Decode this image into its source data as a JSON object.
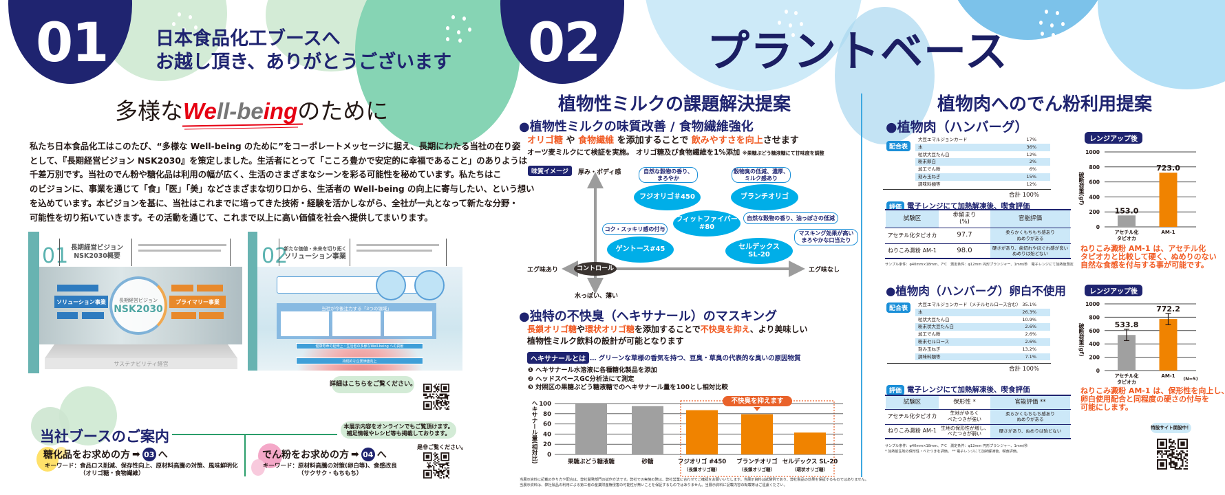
{
  "left": {
    "number": "01",
    "title_lines": [
      "日本食品化工ブースへ",
      "お越し頂き、ありがとうございます"
    ],
    "slogan": {
      "pre": "多様な",
      "w1": "We",
      "w2": "ll-be",
      "w3": "ing",
      "post": "のために"
    },
    "paragraph_lines": [
      "私たち日本食品化工はこのたび、“多様な Well-being のために”をコーポレートメッセージに据え、長期にわたる当社の在り姿",
      "として、『長期経営ビジョン NSK2030』を策定しました。生活者にとって「こころ豊かで安定的に幸福であること」のありようは",
      "千差万別です。当社のでん粉や糖化品は利用の幅が広く、生活のさまざまなシーンを彩る可能性を秘めています。私たちはこ",
      "のビジョンに、事業を通じて「食」「医」「美」などさまざまな切り口から、生活者の Well-being の向上に寄与したい、という想い",
      "を込めています。本ビジョンを基に、当社はこれまでに培ってきた技術・経験を活かしながら、全社が一丸となって新たな分野・",
      "可能性を切り拓いていきます。その活動を通じて、これまで以上に高い価値を社会へ提供してまいります。"
    ],
    "panel1": {
      "number": "01",
      "title_lines": [
        "長期経営ビジョン",
        "NSK2030概要"
      ],
      "center_small": "長期経営ビジョン",
      "center_big": "NSK2030",
      "left_main": "ソリューション事業",
      "right_main": "プライマリー事業",
      "base": "サステナビリティ経営"
    },
    "panel2": {
      "number": "02",
      "title_lines": [
        "新たな価値・未来を切り拓く",
        "ソリューション事業"
      ],
      "areas_title": "当社が今後注力する「3つの領域」",
      "bar1": "健康寿命の延伸上・生活者の多様なWell-being への貢献",
      "bar2": "持続的な企業価値向上"
    },
    "detail_bubble": "詳細はこちらをご覧ください。",
    "booth": {
      "title": "当社ブースのご案内",
      "sugar": {
        "pre": "糖化品をお求めの方",
        "arrow": "➡",
        "num": "03",
        "post": "へ",
        "kw_label": "キーワード：",
        "kw_lines": [
          "食品ロス削減、保存性向上、原材料高騰の対策、風味鮮明化",
          "（オリゴ糖・食物繊維）"
        ]
      },
      "starch": {
        "pre": "でん粉をお求めの方",
        "arrow": "➡",
        "num": "04",
        "post": "へ",
        "kw_label": "キーワード：",
        "kw_lines": [
          "原材料高騰の対策(卵白等)、食感改良",
          "（サクサク・もちもち）"
        ]
      }
    },
    "online_bubble_lines": [
      "本展示内容をオンラインでもご覧頂けます。",
      "補足情報やレシピ等も掲載しております。"
    ],
    "online_cta": "是非ご覧ください。"
  },
  "right": {
    "number": "02",
    "title": "プラントベース",
    "milk": {
      "heading": "植物性ミルクの課題解決提案",
      "sub1": "●植物性ミルクの味質改善 / 食物繊維強化",
      "lead1": {
        "o1": "オリゴ糖",
        "t1": " や ",
        "o2": "食物繊維",
        "t2": " を添加することで ",
        "o3": "飲みやすさを向上",
        "t3": "させます"
      },
      "note1": "オーツ麦ミルクにて検証を実施。 オリゴ糖及び食物繊維を1%添加",
      "note1_small": "※果糖ぶどう糖液糖にて甘味度を調整",
      "taste_map": {
        "badge": "味質イメージ",
        "axis_top": "厚み・ボディ感",
        "axis_bottom": "水っぽい、薄い",
        "axis_left": "エグ味あり",
        "axis_right": "エグ味なし",
        "control": "コントロール",
        "products": [
          {
            "name": "フジオリゴ＃450",
            "comment": "自然な穀物の香り、\nまろやか"
          },
          {
            "name": "ブランチオリゴ",
            "comment": "穀物臭の低減、濃厚、\nミルク感あり"
          },
          {
            "name": "フィットファイバー\n#80",
            "comment": "自然な穀物の香り、油っぽさの低減"
          },
          {
            "name": "ゲントース#45",
            "comment": "コク・スッキリ感の付与"
          },
          {
            "name": "セルデックス\nSL-20",
            "comment": "マスキング効果が高い\nまろやかな口当たり"
          }
        ]
      },
      "sub2": "●独特の不快臭（ヘキサナール）のマスキング",
      "lead2": {
        "o1": "長鎖オリゴ糖",
        "t1": "や",
        "o2": "環状オリゴ糖",
        "t2": "を添加することで",
        "o3": "不快臭を抑え",
        "t3": "、より美味しい",
        "line2": "植物性ミルク飲料の設計が可能となります"
      },
      "hexanal_badge": "ヘキサナールとは",
      "hexanal_desc": "… グリーンな草様の香気を持つ、豆臭・草臭の代表的な臭いの原因物質",
      "steps": [
        "❶ ヘキサナール水溶液に各種糖化製品を添加",
        "❷ ヘッドスペースGC分析法にて測定",
        "❸ 対照区の果糖ぶどう糖液糖でのヘキサナール量を100とし相対比較"
      ],
      "callout": "不快臭を抑えます",
      "footnote_lines": [
        "当展示資料に記載の作り方や配合は、弊社開発部門の試作方法です。弊社での実施の際は、弊社営業に合わせてご確認をお願いいたします。当展示資料は試験例であり、弊社製品の効果を保証するものではありません。",
        "当展示資料は、弊社製品の利用による第三者の産業財産権侵害の可能性が無いことを保証するものではありません。当展示資料に記載内容の転載等はご遠慮ください。"
      ]
    },
    "meat": {
      "heading": "植物肉へのでん粉利用提案",
      "sec1": {
        "heading": "●植物肉（ハンバーグ）",
        "recipe_badge": "配合表",
        "recipe": [
          [
            "大豆エマルジョンカード",
            "17%"
          ],
          [
            "水",
            "36%"
          ],
          [
            "粒状大豆たん白",
            "12%"
          ],
          [
            "粉末卵白",
            "2%"
          ],
          [
            "加工でん粉",
            "6%"
          ],
          [
            "刻み玉ねぎ",
            "15%"
          ],
          [
            "調味料類等",
            "12%"
          ]
        ],
        "total": "合計 100%",
        "eval_badge": "評価",
        "eval_title": "電子レンジにて加熱解凍後、喫食評価",
        "eval_header": [
          "試験区",
          "歩留まり\n(%)",
          "官能評価"
        ],
        "eval_rows": [
          [
            "アセチル化タピオカ",
            "97.7",
            "柔らかくもちもち感あり\nぬめりがある"
          ],
          [
            "ねりこみ澱粉 AM-1",
            "98.0",
            "硬さがあり、歯切れやほぐれ感が良い\nぬめりは殆どない"
          ]
        ],
        "sample_note": "サンプル条件：φ40mm×18mm、7℃　測定条件：φ12mm 円形プランジャー、1mm/秒　電子レンジにて加熱後測定"
      },
      "sec2": {
        "heading": "●植物肉（ハンバーグ）卵白不使用",
        "recipe_badge": "配合表",
        "recipe": [
          [
            "大豆エマルジョンカード（メチルセルロース含む）",
            "35.1%"
          ],
          [
            "水",
            "26.3%"
          ],
          [
            "粒状大豆たん白",
            "10.9%"
          ],
          [
            "粉末状大豆たん白",
            "2.6%"
          ],
          [
            "加工でん粉",
            "2.6%"
          ],
          [
            "粉末セルロース",
            "2.6%"
          ],
          [
            "刻み玉ねぎ",
            "13.2%"
          ],
          [
            "調味料類等",
            "7.1%"
          ]
        ],
        "total": "合計 100%",
        "eval_badge": "評価",
        "eval_title": "電子レンジにて加熱解凍後、喫食評価",
        "eval_header": [
          "試験区",
          "保形性 *",
          "官能評価 **"
        ],
        "eval_rows": [
          [
            "アセチル化タピオカ",
            "生地がゆるく\nべたつきが強い",
            "柔らかくもちもち感あり\nぬめりがある"
          ],
          [
            "ねりこみ澱粉 AM-1",
            "生地の保形性が増し、\nべたつきが弱い",
            "硬さがあり、ぬめりは殆どない"
          ]
        ],
        "sample_notes": [
          "サンプル条件：φ40mm×18mm、7℃　測定条件：φ12mm 円形プランジャー、1mm/秒",
          "* 加熱前生地の保形性・べたつきを評価。 ** 電子レンジにて加熱解凍後、喫食評価。"
        ]
      },
      "chart1_badge": "レンジアップ後",
      "chart1_text": [
        "ねりこみ澱粉 AM-1 は、アセチル化",
        "タピオカと比較して硬く、ぬめりのない",
        "自然な食感を付与する事が可能です。"
      ],
      "chart2_badge": "レンジアップ後",
      "chart2_text": [
        "ねりこみ澱粉 AM-1 は、保形性を向上し、",
        "卵白使用配合と同程度の硬さの付与を",
        "可能にします。"
      ],
      "site_bubble": "特設サイト開設中！"
    }
  },
  "colors": {
    "navy": "#1f2470",
    "orange": "#f08300",
    "orange_text": "#f15a22",
    "cyan": "#00aee8",
    "gray_bar": "#a0a0a0",
    "green": "#86d4b4",
    "light_green": "#d3ebd6",
    "light_blue": "#cdeaf8"
  },
  "chart_data": [
    {
      "type": "bar",
      "title": "",
      "ylabel": "ヘキサナール量(相対比)",
      "categories": [
        "果糖ぶどう糖液糖",
        "砂糖",
        "フジオリゴ #450",
        "ブランチオリゴ",
        "セルデックス SL-20"
      ],
      "sublabels": [
        "",
        "",
        "（長鎖オリゴ糖）",
        "（長鎖オリゴ糖）",
        "（環状オリゴ糖）"
      ],
      "values": [
        100,
        95,
        87,
        79,
        43
      ],
      "colors": [
        "#a0a0a0",
        "#a0a0a0",
        "#f08300",
        "#f08300",
        "#f08300"
      ],
      "ylim": [
        0,
        100
      ],
      "yticks": [
        0,
        20,
        40,
        60,
        80,
        100
      ],
      "grid": true
    },
    {
      "type": "bar",
      "title": "レンジアップ後",
      "ylabel": "破断荷重(gf)",
      "categories": [
        "アセチル化\nタピオカ",
        "AM-1"
      ],
      "values": [
        153.0,
        723.0
      ],
      "value_labels": [
        "153.0",
        "723.0"
      ],
      "colors": [
        "#a0a0a0",
        "#f08300"
      ],
      "ylim": [
        0,
        1000
      ],
      "yticks": [
        0,
        200,
        400,
        600,
        800,
        1000
      ],
      "grid": true
    },
    {
      "type": "bar",
      "title": "レンジアップ後",
      "ylabel": "破断荷重(gf)",
      "categories": [
        "アセチル化\nタピオカ",
        "AM-1"
      ],
      "values": [
        533.8,
        772.2
      ],
      "errors": [
        85,
        85
      ],
      "value_labels": [
        "533.8",
        "772.2"
      ],
      "colors": [
        "#a0a0a0",
        "#f08300"
      ],
      "ylim": [
        0,
        1000
      ],
      "yticks": [
        0,
        200,
        400,
        600,
        800,
        1000
      ],
      "grid": true,
      "annotation": "(N=5)"
    }
  ]
}
